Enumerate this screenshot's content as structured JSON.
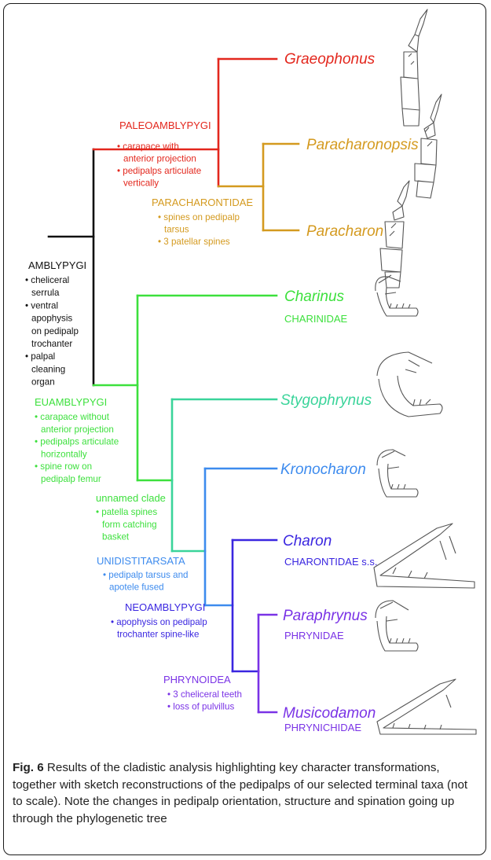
{
  "colors": {
    "black": "#111111",
    "red": "#e3271d",
    "orange": "#d49a1f",
    "green": "#3de03d",
    "teal": "#3ad49a",
    "blue": "#3d8bee",
    "indigo": "#3a26e0",
    "violet": "#7a33e6"
  },
  "taxa": [
    {
      "name": "Graeophonus",
      "family": ""
    },
    {
      "name": "Paracharonopsis",
      "family": ""
    },
    {
      "name": "Paracharon",
      "family": ""
    },
    {
      "name": "Charinus",
      "family": "CHARINIDAE"
    },
    {
      "name": "Stygophrynus",
      "family": ""
    },
    {
      "name": "Kronocharon",
      "family": ""
    },
    {
      "name": "Charon",
      "family": "CHARONTIDAE s.s."
    },
    {
      "name": "Paraphrynus",
      "family": "PHRYNIDAE"
    },
    {
      "name": "Musicodamon",
      "family": "PHRYNICHIDAE"
    }
  ],
  "clades": [
    {
      "name": "PALEOAMBLYPYGI",
      "characters": [
        "carapace with",
        "anterior projection",
        "pedipalps articulate",
        "vertically"
      ]
    },
    {
      "name": "PARACHARONTIDAE",
      "characters": [
        "spines on pedipalp",
        "tarsus",
        "3 patellar spines"
      ]
    },
    {
      "name": "AMBLYPYGI",
      "characters": [
        "cheliceral",
        "serrula",
        "ventral",
        "apophysis",
        "on pedipalp",
        "trochanter",
        "palpal",
        "cleaning",
        "organ"
      ]
    },
    {
      "name": "EUAMBLYPYGI",
      "characters": [
        "carapace without",
        "anterior projection",
        "pedipalps articulate",
        "horizontally",
        "spine row on",
        "pedipalp femur"
      ]
    },
    {
      "name": "unnamed clade",
      "characters": [
        "patella spines",
        "form catching",
        "basket"
      ]
    },
    {
      "name": "UNIDISTITARSATA",
      "characters": [
        "pedipalp tarsus and",
        "apotele fused"
      ]
    },
    {
      "name": "NEOAMBLYPYGI",
      "characters": [
        "apophysis on pedipalp",
        "trochanter spine-like"
      ]
    },
    {
      "name": "PHRYNOIDEA",
      "characters": [
        "3 cheliceral teeth",
        "loss of pulvillus"
      ]
    }
  ],
  "caption": {
    "label": "Fig. 6",
    "text": "Results of the cladistic analysis highlighting key character transformations, together with sketch reconstructions of the pedipalps of our selected terminal taxa (not to scale). Note the changes in pedipalp orientation, structure and spination going up through the phylogenetic tree"
  }
}
